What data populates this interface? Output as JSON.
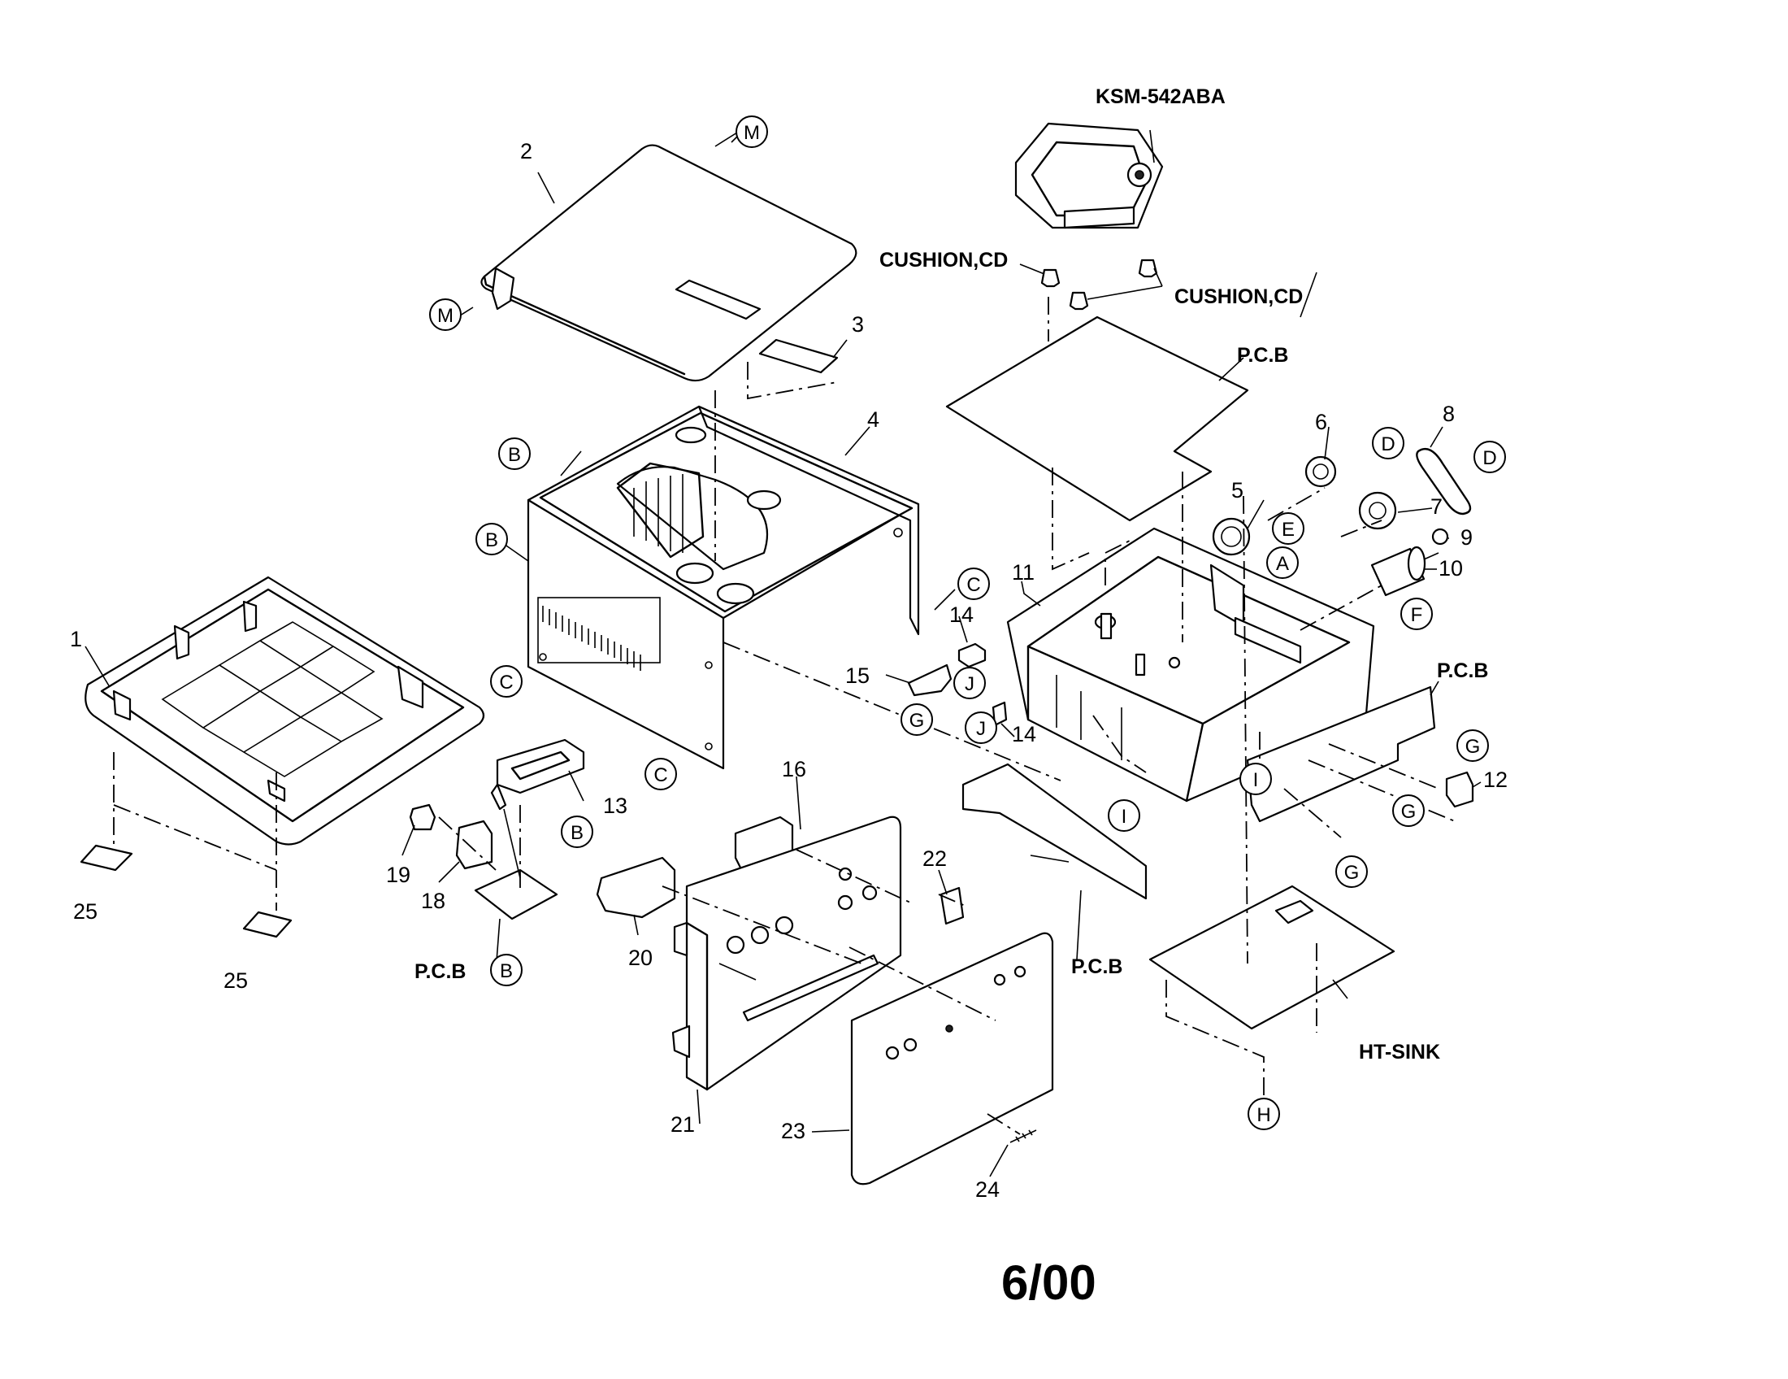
{
  "part_numbers": [
    "1",
    "2",
    "3",
    "4",
    "5",
    "6",
    "7",
    "8",
    "9",
    "10",
    "11",
    "12",
    "13",
    "14",
    "14",
    "15",
    "16",
    "18",
    "19",
    "20",
    "21",
    "22",
    "23",
    "24",
    "25",
    "25"
  ],
  "labels": {
    "pickup": "KSM-542ABA",
    "cushion_left": "CUSHION,CD",
    "cushion_right": "CUSHION,CD",
    "pcb_top": "P.C.B",
    "pcb_right": "P.C.B",
    "pcb_bottom_left": "P.C.B",
    "pcb_center": "P.C.B",
    "heat_sink": "HT-SINK"
  },
  "callouts": [
    "M",
    "M",
    "B",
    "B",
    "B",
    "B",
    "C",
    "C",
    "C",
    "D",
    "D",
    "E",
    "A",
    "F",
    "J",
    "J",
    "G",
    "G",
    "G",
    "G",
    "I",
    "I",
    "H"
  ],
  "footer": {
    "date": "6/00"
  }
}
